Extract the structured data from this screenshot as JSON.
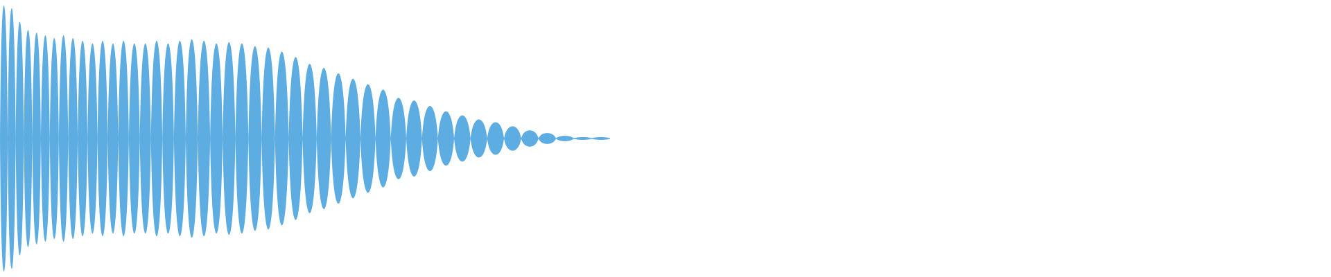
{
  "waveform": {
    "color": "#5dade2",
    "background": "#ffffff",
    "lobe_peaks": [
      0.98,
      0.96,
      0.86,
      0.8,
      0.78,
      0.76,
      0.74,
      0.76,
      0.74,
      0.72,
      0.7,
      0.72,
      0.7,
      0.72,
      0.7,
      0.7,
      0.72,
      0.7,
      0.72,
      0.73,
      0.72,
      0.7,
      0.71,
      0.7,
      0.68,
      0.67,
      0.64,
      0.6,
      0.55,
      0.52,
      0.48,
      0.44,
      0.4,
      0.36,
      0.3,
      0.28,
      0.24,
      0.2,
      0.17,
      0.14,
      0.12,
      0.09,
      0.06,
      0.04,
      0.02,
      0.01,
      0.01
    ]
  }
}
